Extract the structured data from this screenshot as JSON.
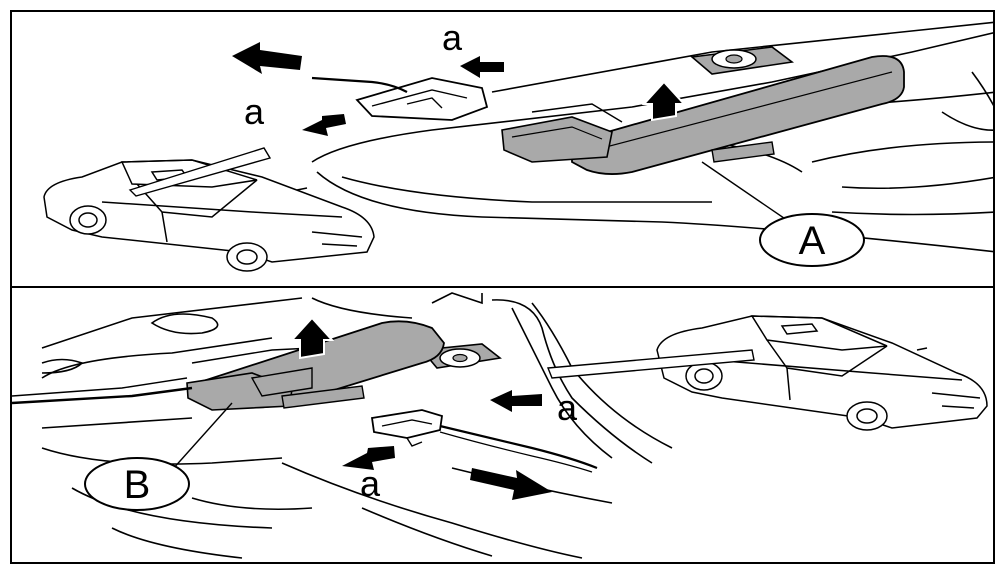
{
  "panels": [
    {
      "callout": "A",
      "arrow_label": "a"
    },
    {
      "callout": "B",
      "arrow_label": "a"
    }
  ],
  "colors": {
    "part_fill": "#a9a9a9",
    "line": "#000000",
    "background": "#ffffff"
  }
}
